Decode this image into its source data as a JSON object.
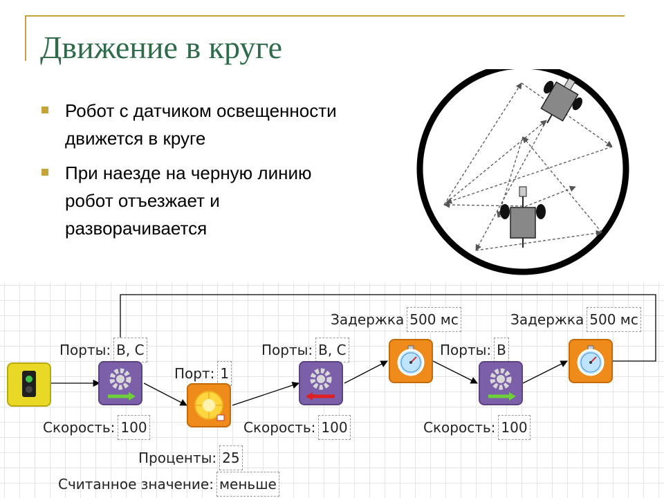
{
  "slide": {
    "title": "Движение в круге",
    "bullets": [
      "Робот с датчиком освещенности движется в круге",
      "При наезде на черную линию робот отъезжает и разворачивается"
    ]
  },
  "colors": {
    "accent": "#c4a33a",
    "title": "#2e6b4b",
    "motor": "#7b5fa8",
    "sensor": "#ee8b1a",
    "start": "#e9d825"
  },
  "program": {
    "motor1": {
      "ports_label": "Порты:",
      "ports_value": "B, C",
      "speed_label": "Скорость:",
      "speed_value": "100",
      "direction": "forward"
    },
    "light_sensor": {
      "port_label": "Порт:",
      "port_value": "1",
      "percent_label": "Проценты:",
      "percent_value": "25",
      "read_label": "Считанное значение:",
      "read_value": "меньше"
    },
    "motor2": {
      "ports_label": "Порты:",
      "ports_value": "B, C",
      "speed_label": "Скорость:",
      "speed_value": "100",
      "direction": "backward"
    },
    "wait1": {
      "label": "Задержка",
      "value": "500 мс"
    },
    "motor3": {
      "ports_label": "Порты:",
      "ports_value": "B",
      "speed_label": "Скорость:",
      "speed_value": "100",
      "direction": "forward"
    },
    "wait2": {
      "label": "Задержка",
      "value": "500 мс"
    }
  }
}
